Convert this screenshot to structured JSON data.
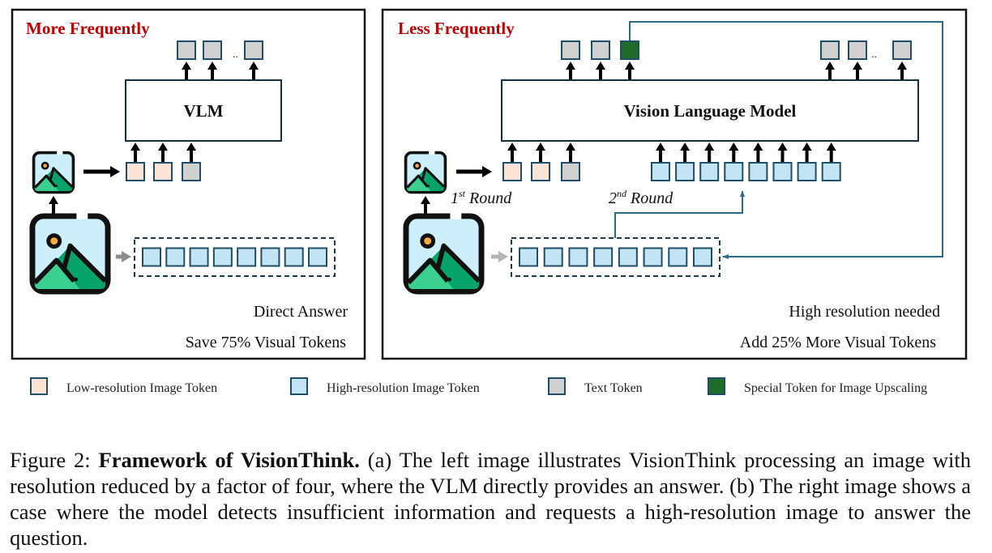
{
  "colors": {
    "panel_border": "#111111",
    "panel_title": "#c00000",
    "token_border": "#1f4e66",
    "low_res_token": "#fbe3d6",
    "high_res_token": "#c3e4f5",
    "text_token": "#d0d0d0",
    "special_token": "#1e6b2a",
    "connector": "#2e6b8a",
    "gray_arrow": "#8c8c8c",
    "image_sky": "#cdeffc",
    "image_mountain_light": "#3bd08f",
    "image_mountain_dark": "#06a46a",
    "image_sun": "#f9a93e"
  },
  "left_panel": {
    "title": "More Frequently",
    "model_label": "VLM",
    "output_tokens": [
      "text",
      "text",
      "text"
    ],
    "output_ellipsis": "..",
    "input_tokens": [
      "low",
      "low",
      "text"
    ],
    "highres_token_count": 8,
    "note_line1": "Direct Answer",
    "note_line2": "Save 75% Visual Tokens",
    "icons": [
      "small-image-icon",
      "large-image-icon"
    ]
  },
  "right_panel": {
    "title": "Less Frequently",
    "model_label": "Vision Language Model",
    "output_tokens_left": [
      "text",
      "text",
      "special"
    ],
    "output_tokens_right": [
      "text",
      "text",
      "text"
    ],
    "output_ellipsis": "..",
    "input_tokens_round1": [
      "low",
      "low",
      "text"
    ],
    "input_tokens_round2_count": 8,
    "highres_token_count": 8,
    "round1_label": {
      "base": "1",
      "sup": "st",
      "rest": " Round"
    },
    "round2_label": {
      "base": "2",
      "sup": "nd",
      "rest": " Round"
    },
    "note_line1": "High resolution needed",
    "note_line2": "Add 25% More Visual Tokens"
  },
  "legend": [
    {
      "kind": "low",
      "label": "Low-resolution Image Token"
    },
    {
      "kind": "high",
      "label": "High-resolution Image Token"
    },
    {
      "kind": "text",
      "label": "Text Token"
    },
    {
      "kind": "special",
      "label": "Special Token for Image Upscaling"
    }
  ],
  "caption": {
    "prefix": "Figure 2: ",
    "bold": "Framework of VisionThink.",
    "body": " (a) The left image illustrates VisionThink processing an image with resolution reduced by a factor of four, where the VLM directly provides an answer. (b) The right image shows a case where the model detects insufficient information and requests a high-resolution image to answer the question."
  }
}
